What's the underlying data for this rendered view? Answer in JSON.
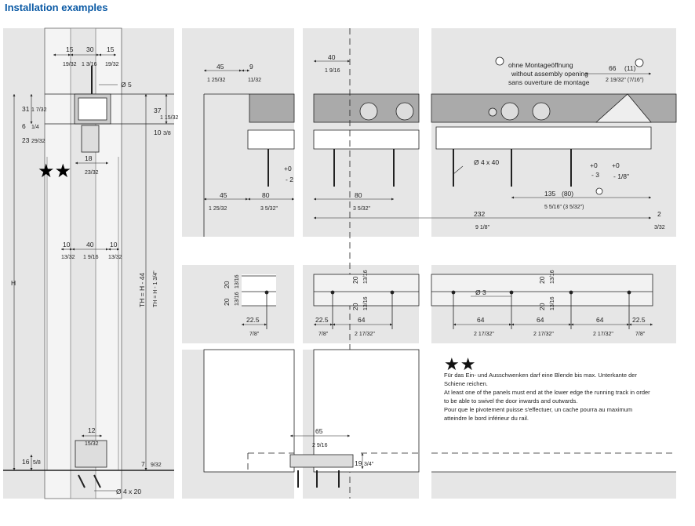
{
  "title": "Installation examples",
  "stars": "★★",
  "note": {
    "de": "Für das Ein- und Ausschwenken darf eine Blende bis max. Unterkante der Schiene reichen.",
    "en": "At least one of the panels must end at the lower edge the running track in order to be able to swivel the door inwards and outwards.",
    "fr": "Pour que le pivotement puisse s'effectuer, un cache pourra au maximum atteindre le bord inférieur du rail."
  },
  "opening": {
    "de": "ohne Montageöffnung",
    "en": "without assembly opening",
    "fr": "sans ouverture de montage"
  },
  "labels": {
    "d15a": "15",
    "d30": "30",
    "d15b": "15",
    "d15a_in": "19/32",
    "d30_in": "1 3/16",
    "d15b_in": "19/32",
    "phi5": "Ø 5",
    "d31": "31",
    "d31_in": "1 7/32",
    "d6": "6",
    "d6_in": "1/4",
    "d23": "23",
    "d23_in": "29/32",
    "d37": "37",
    "d37_in": "1 15/32",
    "d10": "10",
    "d10_in": "3/8",
    "d18": "18",
    "d18_in": "23/32",
    "d10a": "10",
    "d40": "40",
    "d10b": "10",
    "d10a_in": "13/32",
    "d40_in": "1 9/16",
    "d10b_in": "13/32",
    "H": "H",
    "TH1": "TH = H - 44",
    "TH2": "TH = H - 1 3/4\"",
    "d12": "12",
    "d12_in": "15/32",
    "d16": "16",
    "d16_in": "5/8",
    "d7": "7",
    "d7_in": "9/32",
    "phi4x20": "Ø 4 x 20",
    "d45": "45",
    "d45_in": "1 25/32",
    "d9": "9",
    "d9_in": "11/32",
    "d45b": "45",
    "d45b_in": "1 25/32",
    "d80a": "80",
    "d80a_in": "3 5/32\"",
    "d40t": "40",
    "d40t_in": "1 9/16",
    "d80b": "80",
    "d80b_in": "3 5/32\"",
    "d66": "66",
    "d11": "(11)",
    "d66_in": "2 19/32\" (7/16\")",
    "phi4x40": "Ø 4 x 40",
    "p0": "+0",
    "m2": "- 2",
    "p0b": "+0",
    "m3": "- 3",
    "p0c": "+0",
    "m18": "- 1/8\"",
    "d135": "135",
    "d80p": "(80)",
    "d135_in": "5 5/16\" (3 5/32\")",
    "d232": "232",
    "d232_in": "9 1/8\"",
    "d2": "2",
    "d2_in": "3/32",
    "d20a": "20",
    "d20a_in": "13/16",
    "d20b": "20",
    "d20b_in": "13/16",
    "d20c": "20",
    "d20c_in": "13/16",
    "d20d": "20",
    "d20d_in": "13/16",
    "d20e": "20",
    "d20e_in": "13/16",
    "d20f": "20",
    "d20f_in": "13/16",
    "phi3": "Ø 3",
    "d22_5a": "22.5",
    "d22_5a_in": "7/8\"",
    "d22_5b": "22.5",
    "d22_5b_in": "7/8\"",
    "d64a": "64",
    "d64a_in": "2 17/32\"",
    "d64b": "64",
    "d64b_in": "2 17/32\"",
    "d64c": "64",
    "d64c_in": "2 17/32\"",
    "d64d": "64",
    "d64d_in": "2 17/32\"",
    "d22_5c": "22.5",
    "d22_5c_in": "7/8\"",
    "d65": "65",
    "d65_in": "2 9/16",
    "d19": "19",
    "d19_in": "3/4\""
  }
}
